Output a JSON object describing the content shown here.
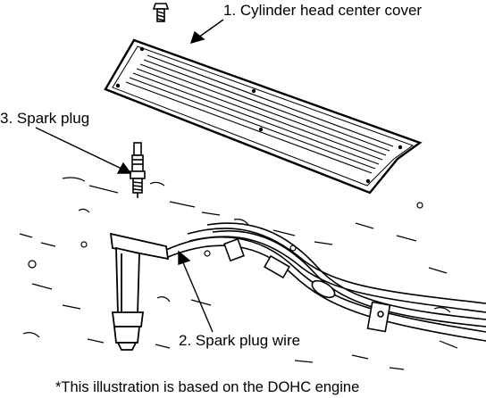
{
  "callouts": {
    "cover": "1. Cylinder head center cover",
    "wire": "2. Spark plug wire",
    "plug": "3. Spark plug"
  },
  "footnote": "*This illustration is based on the DOHC engine"
}
